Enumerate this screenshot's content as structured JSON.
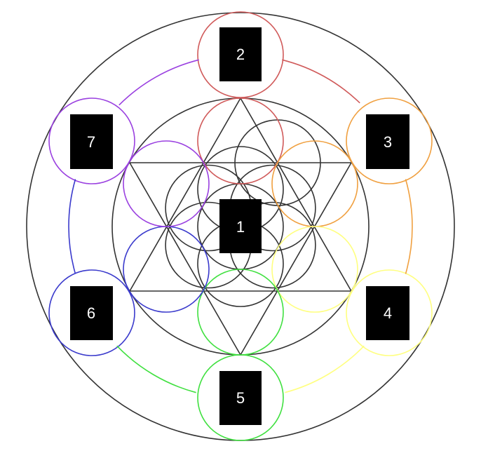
{
  "diagram": {
    "line_color": "#333333",
    "nodes": [
      {
        "label": "1",
        "color": "#333333"
      },
      {
        "label": "2",
        "color": "#d05a5a"
      },
      {
        "label": "3",
        "color": "#f0a040"
      },
      {
        "label": "4",
        "color": "#ffff80"
      },
      {
        "label": "5",
        "color": "#40e040"
      },
      {
        "label": "6",
        "color": "#3a3acc"
      },
      {
        "label": "7",
        "color": "#9a40e0"
      }
    ]
  }
}
